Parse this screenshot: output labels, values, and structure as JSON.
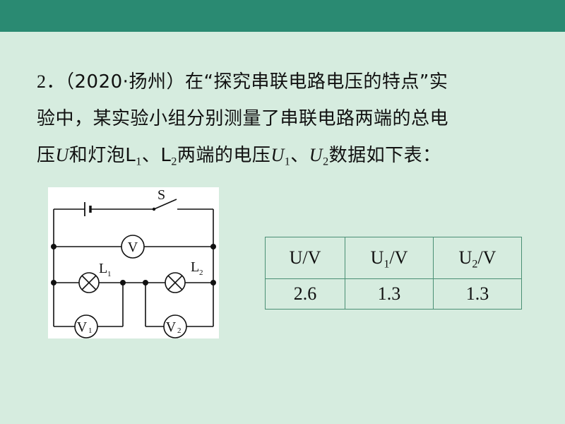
{
  "colors": {
    "header_bar": "#2a8a72",
    "background": "#d6ecdf",
    "table_border": "#4a8f74"
  },
  "question": {
    "number": "2．",
    "source": "（2020·扬州）",
    "stem_1": "在“探究串联电路电压的特点”实",
    "line2": "验中，某实验小组分别测量了串联电路两端的总电",
    "line3_a": "压",
    "var_U": "U",
    "line3_b": "和灯泡L",
    "sub1": "1",
    "sep": "、L",
    "sub2": "2",
    "line3_c": "两端的电压",
    "var_U1": "U",
    "sub_u1": "1",
    "sep2": "、",
    "var_U2": "U",
    "sub_u2": "2",
    "line3_d": "数据如下表："
  },
  "circuit": {
    "switch_label": "S",
    "voltmeter_total": "V",
    "lamp1_label": "L",
    "lamp1_sub": "1",
    "lamp2_label": "L",
    "lamp2_sub": "2",
    "voltmeter1": "V",
    "voltmeter1_sub": "1",
    "voltmeter2": "V",
    "voltmeter2_sub": "2"
  },
  "table": {
    "headers": [
      {
        "main": "U/V",
        "sub": "",
        "rest": ""
      },
      {
        "main": "U",
        "sub": "1",
        "rest": "/V"
      },
      {
        "main": "U",
        "sub": "2",
        "rest": "/V"
      }
    ],
    "rows": [
      [
        "2.6",
        "1.3",
        "1.3"
      ]
    ]
  }
}
